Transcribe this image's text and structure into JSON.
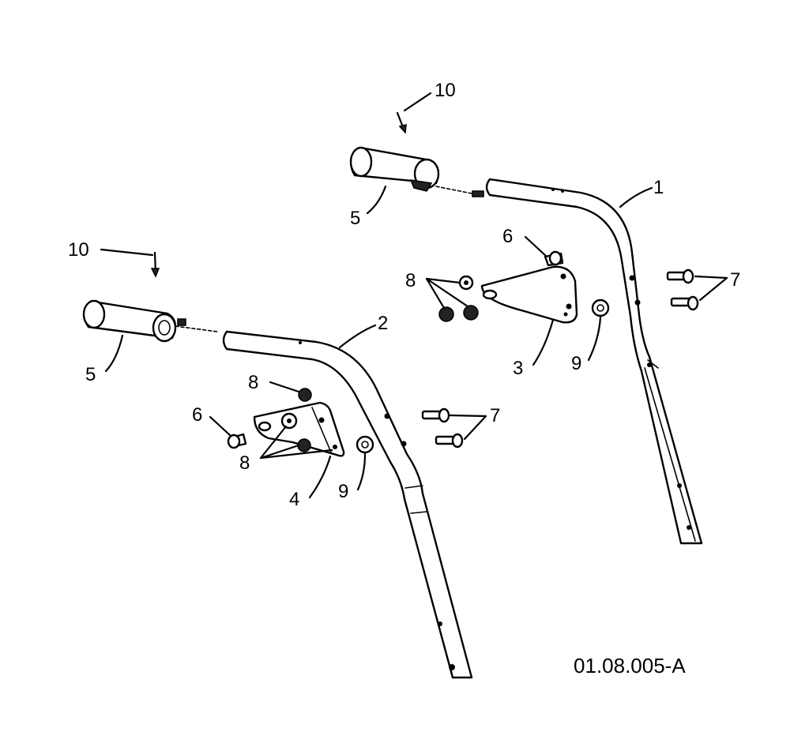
{
  "figure_id": "01.08.005-A",
  "callouts": {
    "c1": "1",
    "c2": "2",
    "c3": "3",
    "c4": "4",
    "c5_upper": "5",
    "c5_lower": "5",
    "c6_upper": "6",
    "c6_lower": "6",
    "c7_upper": "7",
    "c7_lower": "7",
    "c8_upper": "8",
    "c8_lower_top": "8",
    "c8_lower_bottom": "8",
    "c9_upper": "9",
    "c9_lower": "9",
    "c10_upper": "10",
    "c10_lower": "10"
  }
}
